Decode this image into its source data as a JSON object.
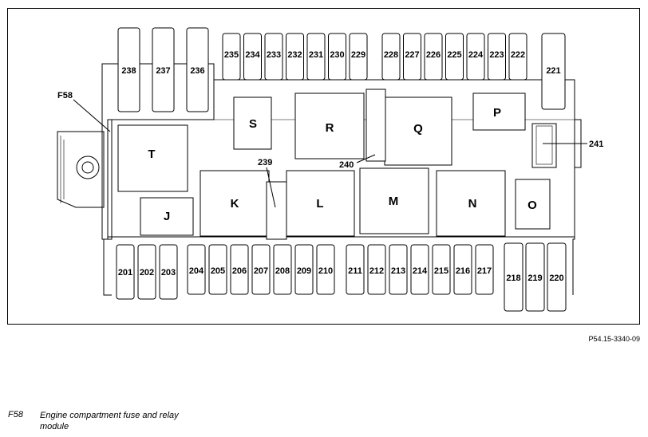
{
  "diagram": {
    "callouts": {
      "f58": "F58",
      "c239": "239",
      "c240": "240",
      "c241": "241"
    },
    "relays": {
      "S": "S",
      "R": "R",
      "Q": "Q",
      "P": "P",
      "T": "T",
      "J": "J",
      "K": "K",
      "L": "L",
      "M": "M",
      "N": "N",
      "O": "O"
    },
    "top_fuses_large": [
      "238",
      "237",
      "236"
    ],
    "top_fuses_left": [
      "235",
      "234",
      "233",
      "232",
      "231",
      "230",
      "229"
    ],
    "top_fuses_right": [
      "228",
      "227",
      "226",
      "225",
      "224",
      "223",
      "222"
    ],
    "fuse_221": "221",
    "bottom_fuses_a": [
      "201",
      "202",
      "203"
    ],
    "bottom_fuses_b": [
      "204",
      "205",
      "206",
      "207",
      "208",
      "209",
      "210"
    ],
    "bottom_fuses_c": [
      "211",
      "212",
      "213",
      "214",
      "215",
      "216",
      "217"
    ],
    "bottom_fuses_d": [
      "218",
      "219",
      "220"
    ]
  },
  "reference_code": "P54.15-3340-09",
  "legend": {
    "code": "F58",
    "description": "Engine compartment fuse and relay module"
  }
}
